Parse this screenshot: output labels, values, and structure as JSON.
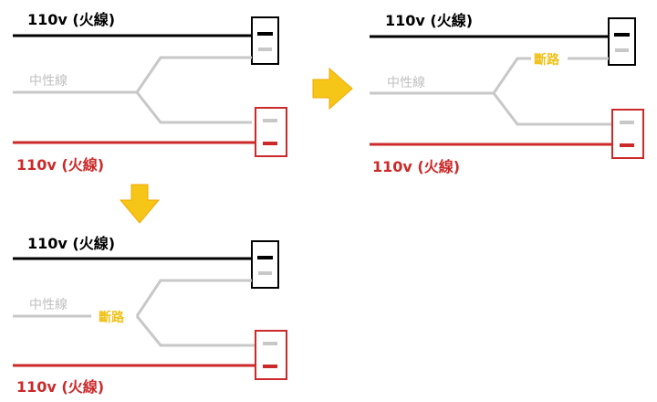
{
  "colors": {
    "live_black": "#000000",
    "live_red": "#cc2a2a",
    "neutral": "#c8c8c8",
    "break_label": "#f0c21a",
    "arrow_fill": "#f5c518",
    "background": "#ffffff"
  },
  "panels": [
    {
      "id": "top-left",
      "live_top_label": "110v (火線)",
      "neutral_label": "中性線",
      "live_bottom_label": "110v (火線)",
      "break_label": ""
    },
    {
      "id": "top-right",
      "live_top_label": "110v (火線)",
      "neutral_label": "中性線",
      "live_bottom_label": "110v (火線)",
      "break_label": "斷路"
    },
    {
      "id": "bottom-left",
      "live_top_label": "110v (火線)",
      "neutral_label": "中性線",
      "live_bottom_label": "110v (火線)",
      "break_label": "斷路"
    }
  ],
  "arrows": [
    {
      "direction": "right",
      "icon": "arrow-right-icon"
    },
    {
      "direction": "down",
      "icon": "arrow-down-icon"
    }
  ]
}
